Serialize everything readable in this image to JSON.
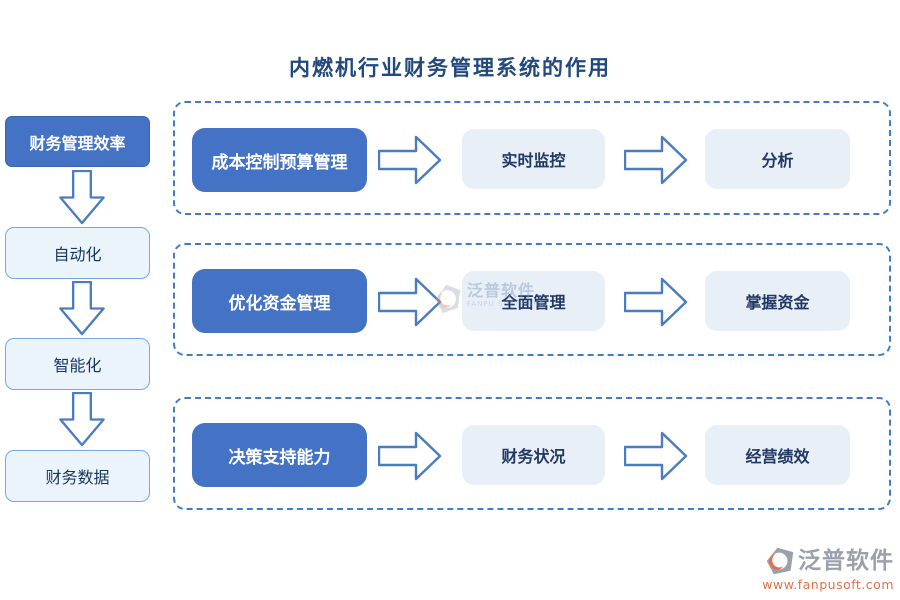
{
  "title": "内燃机行业财务管理系统的作用",
  "sidebar": {
    "items": [
      {
        "label": "财务管理效率",
        "type": "primary"
      },
      {
        "label": "自动化",
        "type": "secondary"
      },
      {
        "label": "智能化",
        "type": "secondary"
      },
      {
        "label": "财务数据",
        "type": "secondary"
      }
    ]
  },
  "rows": [
    {
      "source": "成本控制预算管理",
      "step1": "实时监控",
      "step2": "分析"
    },
    {
      "source": "优化资金管理",
      "step1": "全面管理",
      "step2": "掌握资金"
    },
    {
      "source": "决策支持能力",
      "step1": "财务状况",
      "step2": "经营绩效"
    }
  ],
  "watermark": {
    "brand": "泛普软件",
    "sub": "FANPU SOFTWARE"
  },
  "footer": {
    "brand": "泛普软件",
    "url": "www.fanpusoft.com"
  },
  "colors": {
    "primary_box": "#4472C4",
    "sidebar_light_bg": "#EBF3FB",
    "sidebar_light_border": "#74A9DB",
    "step_box_bg": "#E9EFF7",
    "dashed_border": "#3F7EC6",
    "arrow_stroke": "#4A7CBF",
    "title_text": "#21497E",
    "brand_gray": "#9AA1AB",
    "brand_orange": "#E2714C"
  }
}
